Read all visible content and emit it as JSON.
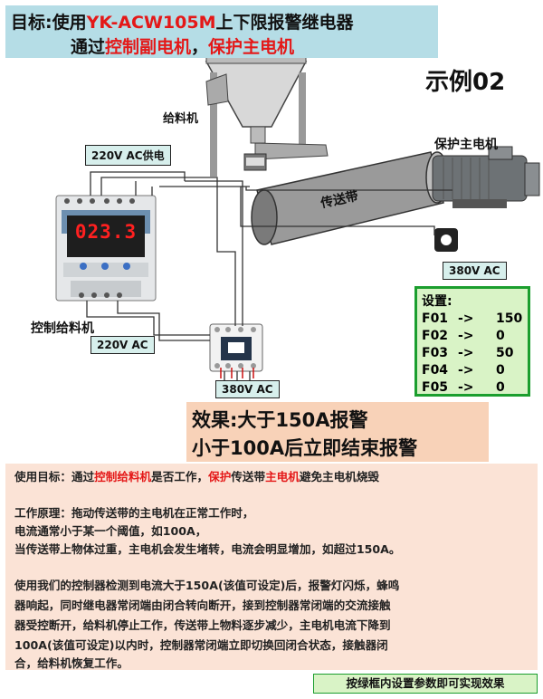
{
  "title": {
    "line1_a": "目标:使用",
    "line1_b": "YK-ACW105M",
    "line1_c": "上下限报警继电器",
    "line2_a": "通过",
    "line2_b": "控制副电机",
    "line2_c": "，",
    "line2_d": "保护主电机"
  },
  "example": "示例02",
  "labels": {
    "feeder": "给料机",
    "conveyor": "传送带",
    "protect_motor": "保护主电机",
    "control_feeder": "控制给料机"
  },
  "tags": {
    "supply": "220V AC供电",
    "v220": "220V AC",
    "v380_motor": "380V AC",
    "v380_contactor": "380V AC"
  },
  "device": {
    "display": "023.3"
  },
  "settings": {
    "title": "设置:",
    "rows": [
      {
        "code": "F01",
        "arrow": "->",
        "value": "150"
      },
      {
        "code": "F02",
        "arrow": "->",
        "value": "0"
      },
      {
        "code": "F03",
        "arrow": "->",
        "value": "50"
      },
      {
        "code": "F04",
        "arrow": "->",
        "value": "0"
      },
      {
        "code": "F05",
        "arrow": "->",
        "value": "0"
      }
    ]
  },
  "effect": {
    "line1": "效果:大于150A报警",
    "line2": "小于100A后立即结束报警"
  },
  "description": {
    "p1_a": "使用目标：通过",
    "p1_b": "控制给料机",
    "p1_c": "是否工作，",
    "p1_d": "保护",
    "p1_e": "传送带",
    "p1_f": "主电机",
    "p1_g": "避免主电机烧毁",
    "p2": "工作原理：拖动传送带的主电机在正常工作时，",
    "p3": "电流通常小于某一个阈值，如100A，",
    "p4": "当传送带上物体过重，主电机会发生堵转，电流会明显增加，如超过150A。",
    "p5": "使用我们的控制器检测到电流大于150A(该值可设定)后，报警灯闪烁，蜂鸣",
    "p6": "器响起，同时继电器常闭端由闭合转向断开，接到控制器常闭端的交流接触",
    "p7": "器受控断开，给料机停止工作，传送带上物料逐步减少，主电机电流下降到",
    "p8": "100A(该值可设定)以内时，控制器常闭端立即切换回闭合状态，接触器闭",
    "p9": "合，给料机恢复工作。"
  },
  "footer": "按绿框内设置参数即可实现效果",
  "colors": {
    "accent_red": "#e41818",
    "title_bg": "#b5dde6",
    "settings_border": "#1b9e2e",
    "effect_bg": "#f8d2b8"
  }
}
